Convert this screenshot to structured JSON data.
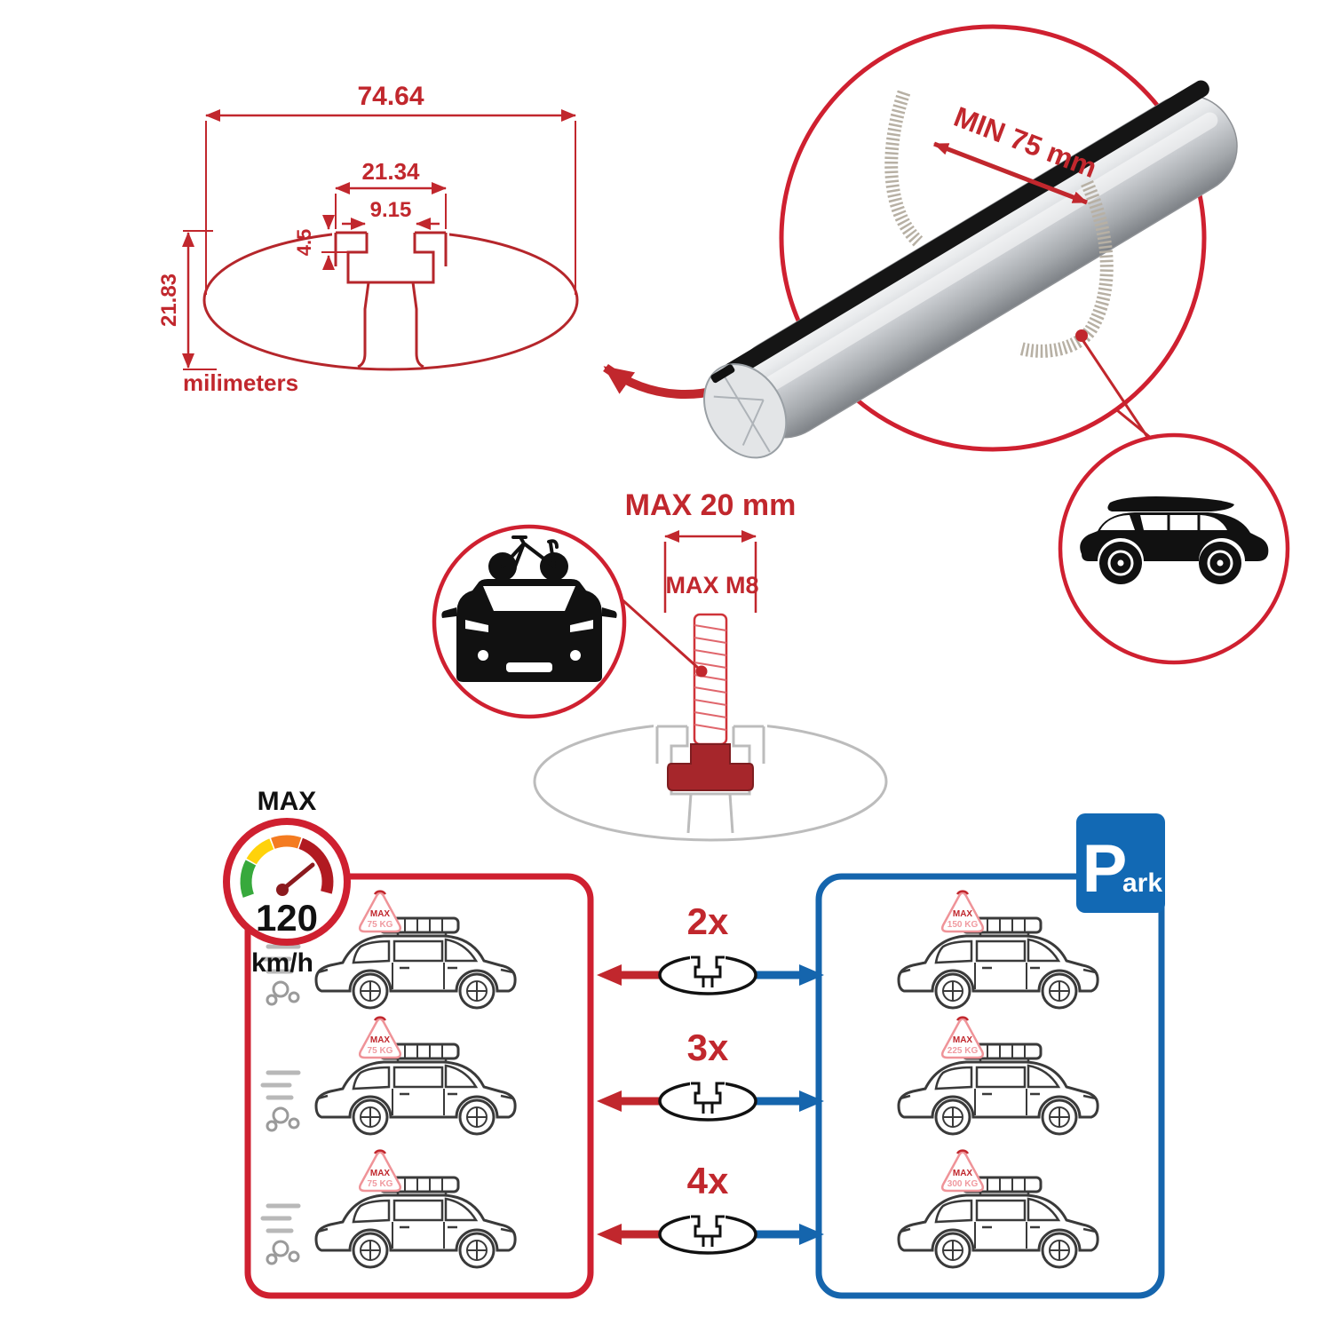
{
  "cross_section": {
    "overall_width": "74.64",
    "channel_width": "21.34",
    "slot_width": "9.15",
    "lip_height": "4.5",
    "overall_height": "21.83",
    "units_label": "milimeters"
  },
  "bar_callout": {
    "min_span_label": "MIN 75 mm"
  },
  "fastener": {
    "max_width_label": "MAX 20 mm",
    "max_thread_label": "MAX M8"
  },
  "speed_limit": {
    "heading": "MAX",
    "value": "120",
    "units": "km/h"
  },
  "parking_sign": {
    "letter": "P",
    "suffix": "ark"
  },
  "crossbar_options": [
    {
      "label": "2x"
    },
    {
      "label": "3x"
    },
    {
      "label": "4x"
    }
  ],
  "driving_panel": {
    "cars": [
      {
        "badge_title": "MAX",
        "badge_load": "75 KG"
      },
      {
        "badge_title": "MAX",
        "badge_load": "75 KG"
      },
      {
        "badge_title": "MAX",
        "badge_load": "75 KG"
      }
    ]
  },
  "parked_panel": {
    "cars": [
      {
        "badge_title": "MAX",
        "badge_load": "150 KG"
      },
      {
        "badge_title": "MAX",
        "badge_load": "225 KG"
      },
      {
        "badge_title": "MAX",
        "badge_load": "300 KG"
      }
    ]
  },
  "colors": {
    "red": "#c1272d",
    "blue": "#1565ad",
    "park_blue": "#1269b4"
  }
}
